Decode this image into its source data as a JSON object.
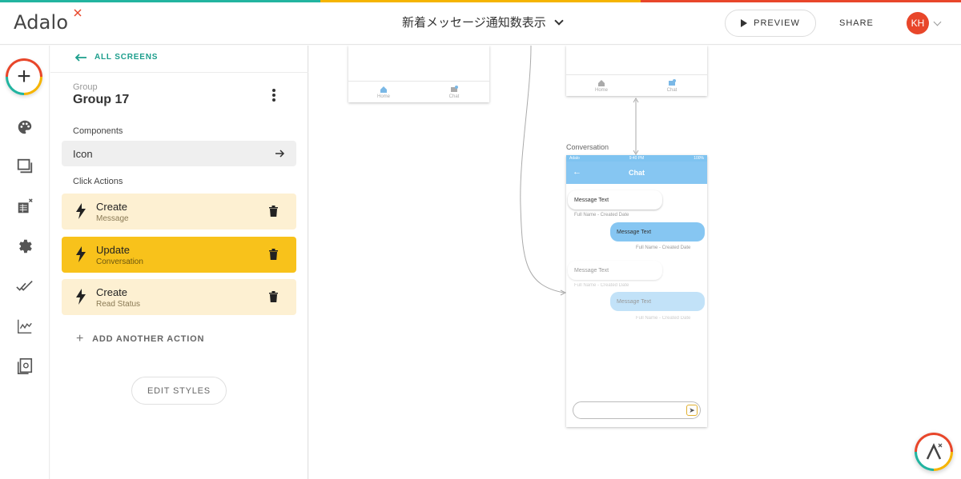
{
  "header": {
    "logo": "Adalo",
    "app_title": "新着メッセージ通知数表示",
    "preview_label": "PREVIEW",
    "share_label": "SHARE",
    "user_initials": "KH",
    "accent_colors": [
      "#22b4a0",
      "#f5b400",
      "#e8462a"
    ]
  },
  "rail": {
    "icons": [
      "add-icon",
      "palette-icon",
      "screens-icon",
      "database-icon",
      "settings-icon",
      "publish-check-icon",
      "analytics-icon",
      "versions-icon"
    ]
  },
  "panel": {
    "back_label": "ALL SCREENS",
    "group_label": "Group",
    "group_name": "Group 17",
    "components_label": "Components",
    "component_name": "Icon",
    "click_actions_label": "Click Actions",
    "actions": [
      {
        "title": "Create",
        "subtitle": "Message",
        "active": false
      },
      {
        "title": "Update",
        "subtitle": "Conversation",
        "active": true
      },
      {
        "title": "Create",
        "subtitle": "Read Status",
        "active": false
      }
    ],
    "add_action_label": "ADD ANOTHER ACTION",
    "edit_styles_label": "EDIT STYLES"
  },
  "canvas": {
    "tab_home": "Home",
    "tab_chat": "Chat",
    "conversation_label": "Conversation",
    "chat": {
      "status_left": "Adalo",
      "status_center": "9:40 PM",
      "status_right": "100%",
      "title": "Chat",
      "messages": [
        {
          "text": "Message Text",
          "meta": "Full Name - Created Date"
        },
        {
          "text": "Message Text",
          "meta": "Full Name - Created Date"
        },
        {
          "text": "Message Text",
          "meta": "Full Name - Created Date"
        },
        {
          "text": "Message Text",
          "meta": "Full Name - Created Date"
        }
      ]
    }
  }
}
